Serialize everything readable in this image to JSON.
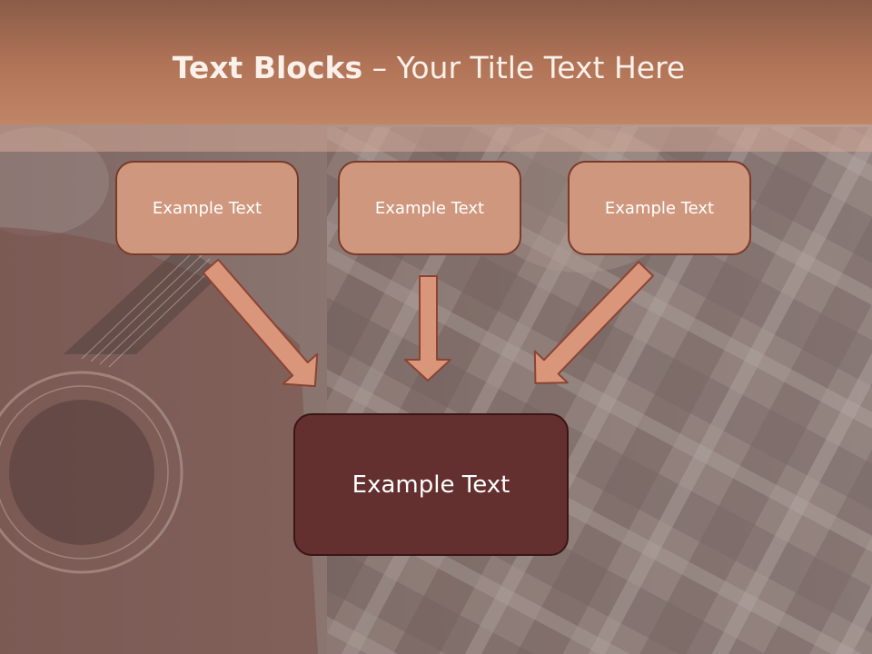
{
  "slide": {
    "title_bold": "Text Blocks",
    "title_sep": " – ",
    "title_rest": "Your Title Text Here",
    "boxes": [
      {
        "label": "Example Text"
      },
      {
        "label": "Example Text"
      },
      {
        "label": "Example Text"
      }
    ],
    "target": {
      "label": "Example Text"
    }
  },
  "colors": {
    "title_bar": "#b37558",
    "box_fill": "#cf987e",
    "box_border": "#7a3a2a",
    "target_fill": "#632f2f",
    "arrow_fill": "#d9967a",
    "arrow_stroke": "#8a4434"
  }
}
